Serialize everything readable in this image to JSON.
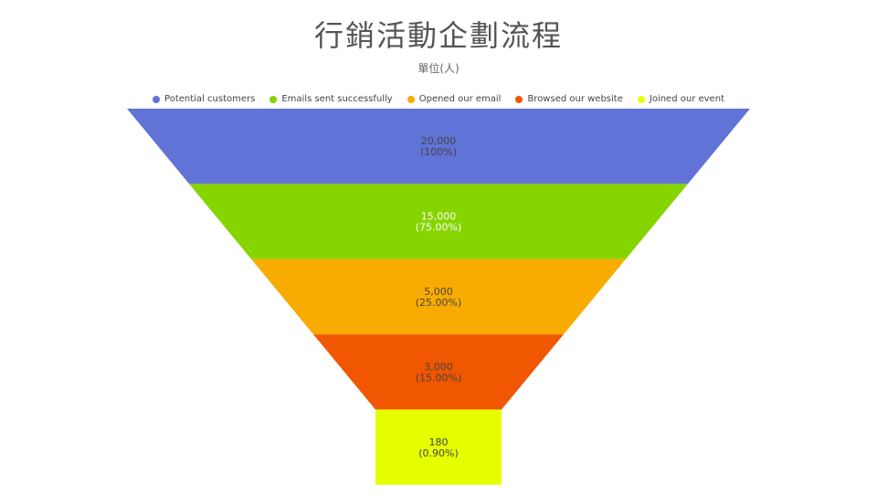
{
  "title": "行銷活動企劃流程",
  "subtitle": "單位(人)",
  "chart_data": {
    "type": "funnel",
    "title": "行銷活動企劃流程",
    "subtitle": "單位(人)",
    "legend_position": "top",
    "stages": [
      {
        "name": "Potential customers",
        "value": 20000,
        "value_label": "20,000",
        "percent_label": "(100%)",
        "color": "#6173d6",
        "label_color": "#444444"
      },
      {
        "name": "Emails sent successfully",
        "value": 15000,
        "value_label": "15,000",
        "percent_label": "(75.00%)",
        "color": "#86d400",
        "label_color": "#ffffff"
      },
      {
        "name": "Opened our email",
        "value": 5000,
        "value_label": "5,000",
        "percent_label": "(25.00%)",
        "color": "#f8ab00",
        "label_color": "#444444"
      },
      {
        "name": "Browsed our website",
        "value": 3000,
        "value_label": "3,000",
        "percent_label": "(15.00%)",
        "color": "#f05700",
        "label_color": "#444444"
      },
      {
        "name": "Joined our event",
        "value": 180,
        "value_label": "180",
        "percent_label": "(0.90%)",
        "color": "#e5ff00",
        "label_color": "#444444"
      }
    ]
  }
}
